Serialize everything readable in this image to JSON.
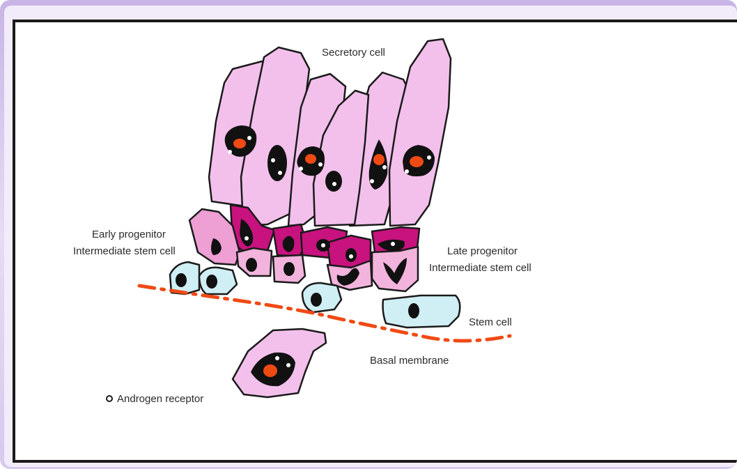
{
  "colors": {
    "frame_outer": "#c8b4e6",
    "frame_inner": "#f2ecfa",
    "secretory_cell": "#f3c0ec",
    "intermediate_cell": "#ee9fd4",
    "intermediate_dark": "#c8127e",
    "stem_cell": "#cfeff5",
    "nucleus": "#111111",
    "nucleolus": "#f04a14",
    "basal_membrane": "#f04a14"
  },
  "labels": {
    "secretory": "Secretory cell",
    "early_line1": "Early progenitor",
    "early_line2": "Intermediate stem cell",
    "late_line1": "Late progenitor",
    "late_line2": "Intermediate stem cell",
    "stem": "Stem cell",
    "basal": "Basal membrane",
    "androgen": "Androgen receptor"
  }
}
